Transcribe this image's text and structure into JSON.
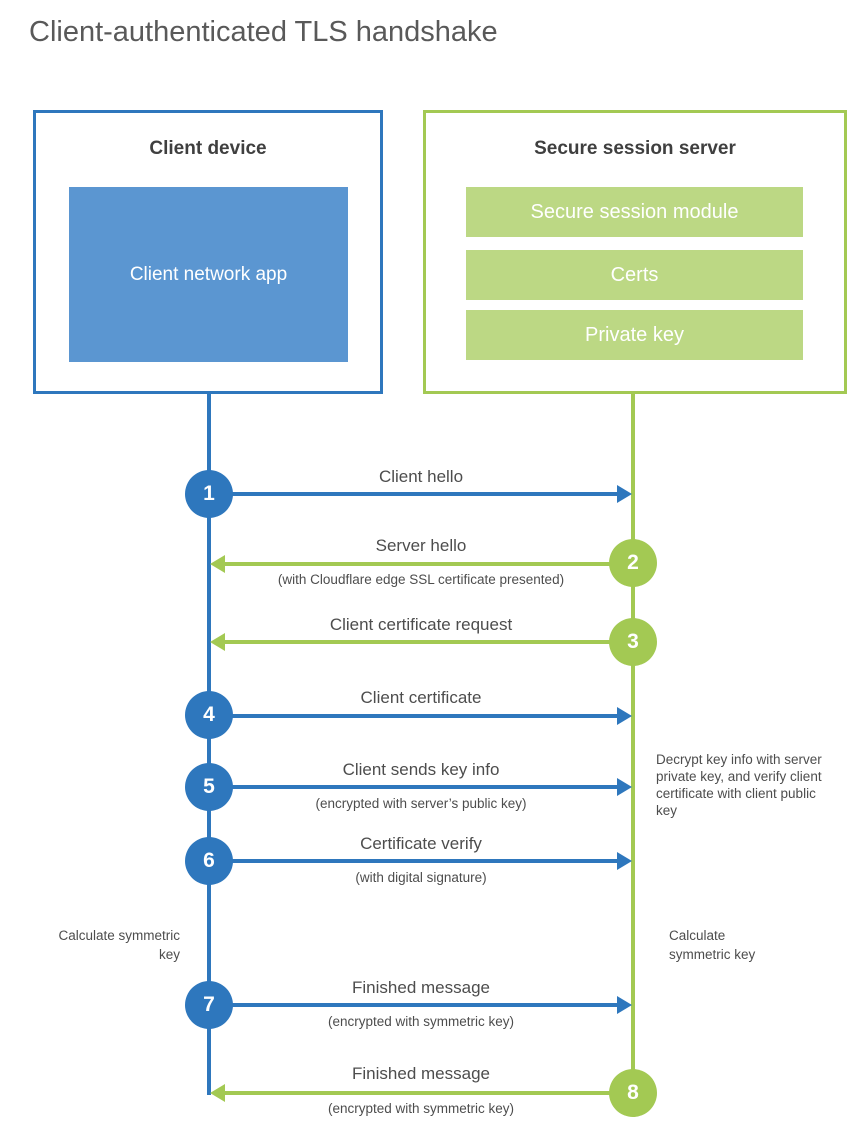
{
  "title": "Client-authenticated TLS handshake",
  "colors": {
    "client_accent": "#2e77bd",
    "client_fill": "#5b96d1",
    "server_accent": "#a3c953",
    "server_fill": "#bcd884"
  },
  "client_box": {
    "title": "Client device",
    "modules": [
      "Client network app"
    ]
  },
  "server_box": {
    "title": "Secure session server",
    "modules": [
      "Secure session module",
      "Certs",
      "Private key"
    ]
  },
  "flows": [
    {
      "num": "1",
      "from": "client",
      "label": "Client hello"
    },
    {
      "num": "2",
      "from": "server",
      "label": "Server hello",
      "sub": "(with Cloudflare edge SSL certificate presented)"
    },
    {
      "num": "3",
      "from": "server",
      "label": "Client certificate request"
    },
    {
      "num": "4",
      "from": "client",
      "label": "Client certificate"
    },
    {
      "num": "5",
      "from": "client",
      "label": "Client sends key info",
      "sub": "(encrypted with server’s public key)"
    },
    {
      "num": "6",
      "from": "client",
      "label": "Certificate verify",
      "sub": "(with digital signature)"
    },
    {
      "num": "7",
      "from": "client",
      "label": "Finished message",
      "sub": "(encrypted with symmetric key)"
    },
    {
      "num": "8",
      "from": "server",
      "label": "Finished message",
      "sub": "(encrypted with symmetric key)"
    }
  ],
  "annotations": {
    "decrypt_note": "Decrypt key info with server private key, and verify client certificate with client public key",
    "calculate_left": "Calculate symmetric key",
    "calculate_right": "Calculate symmetric key"
  }
}
